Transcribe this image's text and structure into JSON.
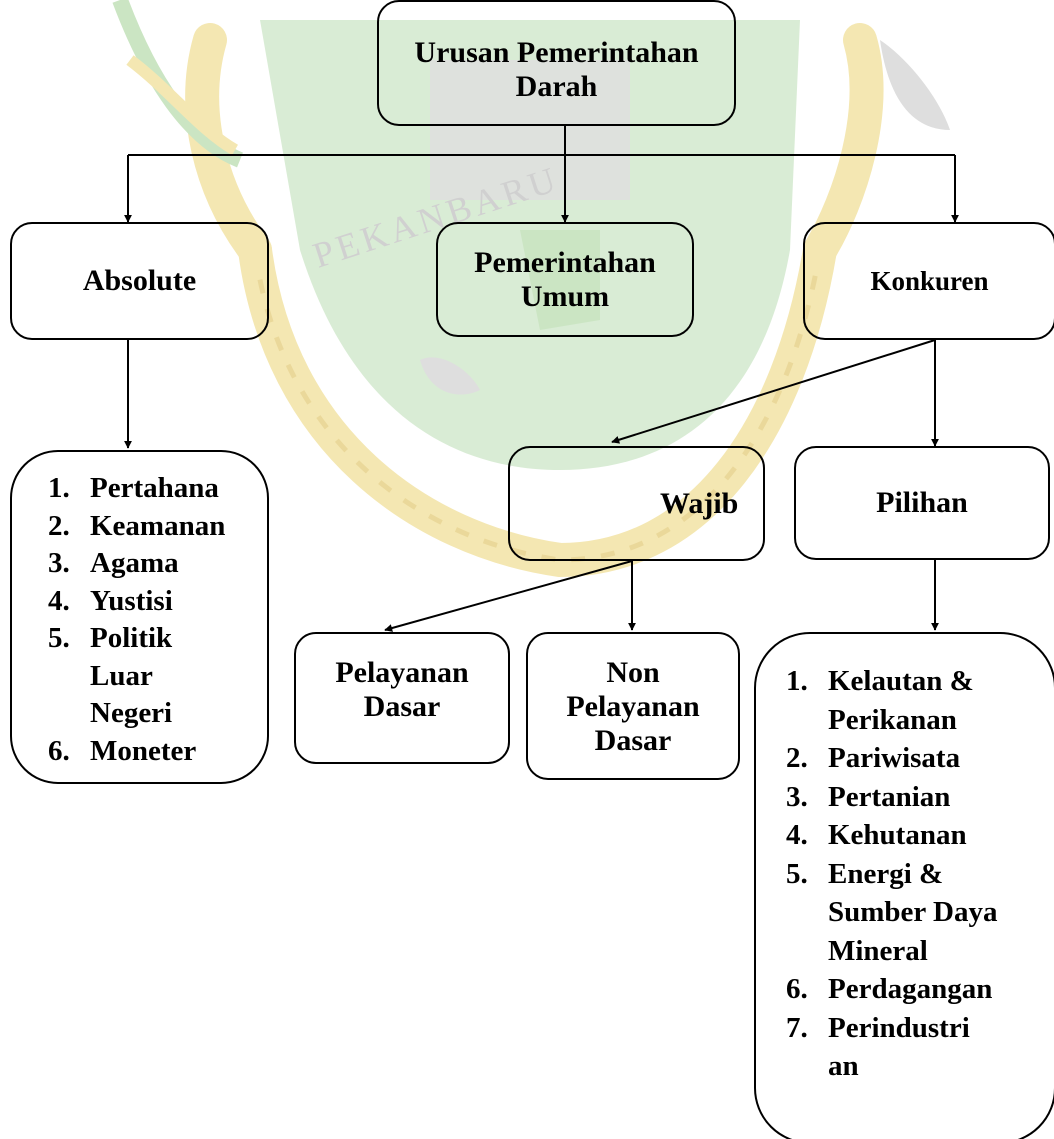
{
  "diagram": {
    "root": {
      "label": "Urusan Pemerintahan Darah"
    },
    "absolute": {
      "label": "Absolute"
    },
    "pemerintahan_umum": {
      "label": "Pemerintahan Umum"
    },
    "konkuren": {
      "label": "Konkuren"
    },
    "wajib": {
      "label": "Wajib"
    },
    "pilihan": {
      "label": "Pilihan"
    },
    "pelayanan_dasar": {
      "label": "Pelayanan Dasar"
    },
    "non_pelayanan_dasar": {
      "label": "Non Pelayanan Dasar"
    },
    "absolute_items": [
      "Pertahana",
      "Keamanan",
      "Agama",
      "Yustisi",
      "Politik Luar Negeri",
      "Moneter"
    ],
    "pilihan_items": [
      "Kelautan & Perikanan",
      "Pariwisata",
      "Pertanian",
      "Kehutanan",
      "Energi & Sumber Daya Mineral",
      "Perdagangan",
      "Perindustrian"
    ],
    "watermark_text": "PEKANBARU"
  },
  "colors": {
    "line": "#000000",
    "watermark_green": "#b9dcb2",
    "watermark_yellow": "#f4e7b2",
    "watermark_gray": "#dedede"
  }
}
